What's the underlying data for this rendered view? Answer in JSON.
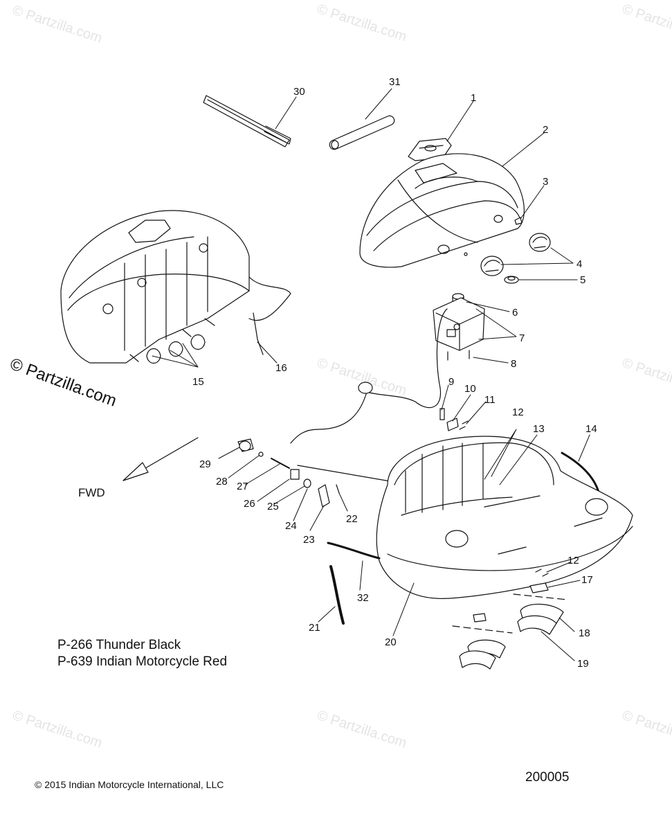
{
  "watermarks": {
    "text": "© Partzilla.com"
  },
  "callouts": [
    "1",
    "2",
    "3",
    "4",
    "5",
    "6",
    "7",
    "8",
    "9",
    "10",
    "11",
    "12",
    "13",
    "14",
    "15",
    "16",
    "17",
    "18",
    "19",
    "20",
    "21",
    "22",
    "23",
    "24",
    "25",
    "26",
    "27",
    "28",
    "29",
    "30",
    "31",
    "32"
  ],
  "forward_label": "FWD",
  "colors": {
    "line_1": "P-266  Thunder Black",
    "line_2": "P-639  Indian Motorcycle Red"
  },
  "copyright": "©  2015 Indian Motorcycle International, LLC",
  "diagram_number": "200005"
}
